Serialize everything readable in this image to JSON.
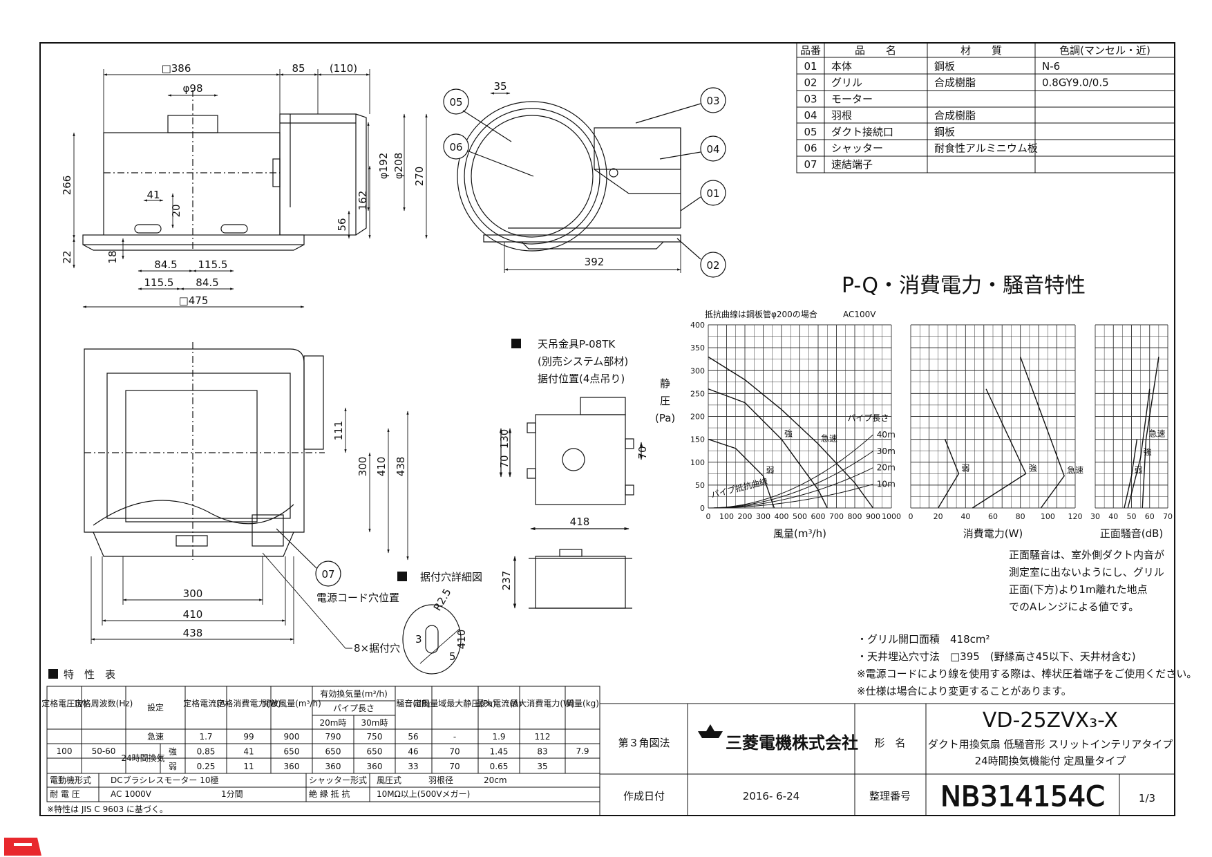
{
  "parts_table": {
    "headers": [
      "品番",
      "品　　名",
      "材　　質",
      "色調(マンセル・近)"
    ],
    "rows": [
      [
        "01",
        "本体",
        "鋼板",
        "N-6"
      ],
      [
        "02",
        "グリル",
        "合成樹脂",
        "0.8GY9.0/0.5"
      ],
      [
        "03",
        "モーター",
        "",
        ""
      ],
      [
        "04",
        "羽根",
        "合成樹脂",
        ""
      ],
      [
        "05",
        "ダクト接続口",
        "鋼板",
        ""
      ],
      [
        "06",
        "シャッター",
        "耐食性アルミニウム板",
        ""
      ],
      [
        "07",
        "速結端子",
        "",
        ""
      ]
    ]
  },
  "dimensions": {
    "top_view": [
      "□386",
      "85",
      "(110)",
      "φ98",
      "266",
      "41",
      "20",
      "φ192",
      "φ208",
      "270",
      "162",
      "56",
      "22",
      "18",
      "84.5",
      "115.5",
      "115.5",
      "84.5",
      "□475"
    ],
    "side_view": [
      "35",
      "392"
    ],
    "plan_view": [
      "111",
      "300",
      "410",
      "438",
      "300",
      "410",
      "438"
    ],
    "hanger": [
      "70",
      "130",
      "70",
      "418",
      "237"
    ],
    "hole_detail": [
      "R2.5",
      "410",
      "3",
      "5"
    ]
  },
  "callouts": [
    "05",
    "06",
    "03",
    "04",
    "01",
    "02",
    "07"
  ],
  "hanger_note": {
    "title": "天吊金具P-08TK",
    "line1": "(別売システム部材)",
    "line2": "据付位置(4点吊り)"
  },
  "hole_detail_title": "据付穴詳細図",
  "power_cord_label": "電源コード穴位置",
  "mount_holes_label": "8×据付穴",
  "chart_title": "P-Q・消費電力・騒音特性",
  "chart_note": "抵抗曲線は鋼板管φ200の場合",
  "chart_voltage": "AC100V",
  "chart_data": [
    {
      "type": "line",
      "title": "P-Q",
      "xlabel": "風量(m³/h)",
      "ylabel": "静圧(Pa)",
      "xlim": [
        0,
        1000
      ],
      "ylim": [
        0,
        400
      ],
      "xticks": [
        0,
        100,
        200,
        300,
        400,
        500,
        600,
        700,
        800,
        900,
        1000
      ],
      "yticks": [
        0,
        50,
        100,
        150,
        200,
        250,
        300,
        350,
        400
      ],
      "series": [
        {
          "name": "急速",
          "x": [
            0,
            200,
            400,
            600,
            800,
            900
          ],
          "y": [
            330,
            280,
            215,
            140,
            55,
            0
          ]
        },
        {
          "name": "強",
          "x": [
            0,
            200,
            400,
            600,
            650
          ],
          "y": [
            260,
            230,
            150,
            40,
            0
          ]
        },
        {
          "name": "弱",
          "x": [
            0,
            150,
            300,
            360
          ],
          "y": [
            150,
            130,
            70,
            0
          ]
        }
      ],
      "resistance_curves": [
        {
          "name": "10m",
          "x": [
            0,
            300,
            600,
            900
          ],
          "y": [
            0,
            6,
            22,
            52
          ]
        },
        {
          "name": "20m",
          "x": [
            0,
            300,
            600,
            900
          ],
          "y": [
            0,
            10,
            40,
            88
          ]
        },
        {
          "name": "30m",
          "x": [
            0,
            300,
            600,
            900
          ],
          "y": [
            0,
            14,
            56,
            124
          ]
        },
        {
          "name": "40m",
          "x": [
            0,
            300,
            600,
            900
          ],
          "y": [
            0,
            18,
            72,
            160
          ]
        }
      ],
      "annotations": [
        "パイプ長さ",
        "パイプ抵抗曲線",
        "40m",
        "30m",
        "20m",
        "10m",
        "急速",
        "強",
        "弱"
      ]
    },
    {
      "type": "line",
      "xlabel": "消費電力(W)",
      "xlim": [
        0,
        120
      ],
      "ylim": [
        0,
        400
      ],
      "xticks": [
        0,
        20,
        40,
        60,
        80,
        100,
        120
      ],
      "series": [
        {
          "name": "急速",
          "x": [
            80,
            112,
            95
          ],
          "y": [
            330,
            70,
            0
          ]
        },
        {
          "name": "強",
          "x": [
            55,
            84,
            45
          ],
          "y": [
            260,
            75,
            0
          ]
        },
        {
          "name": "弱",
          "x": [
            25,
            35,
            20
          ],
          "y": [
            150,
            75,
            0
          ]
        }
      ]
    },
    {
      "type": "line",
      "xlabel": "正面騒音(dB)",
      "xlim": [
        30,
        70
      ],
      "ylim": [
        0,
        400
      ],
      "xticks": [
        30,
        40,
        50,
        60,
        70
      ],
      "series": [
        {
          "name": "急速",
          "x": [
            65,
            58,
            56
          ],
          "y": [
            330,
            150,
            0
          ]
        },
        {
          "name": "強",
          "x": [
            60,
            55,
            48
          ],
          "y": [
            260,
            110,
            0
          ]
        },
        {
          "name": "弱",
          "x": [
            53,
            50,
            46
          ],
          "y": [
            150,
            70,
            0
          ]
        }
      ]
    }
  ],
  "noise_note": [
    "正面騒音は、室外側ダクト内音が",
    "測定室に出ないようにし、グリル",
    "正面(下方)より1m離れた地点",
    "でのAレンジによる値です。"
  ],
  "spec_notes": [
    "・グリル開口面積　418cm²",
    "・天井埋込穴寸法　□395　(野縁高さ45以下、天井材含む)",
    "※電源コードにより線を使用する際は、棒状圧着端子をご使用ください。",
    "※仕様は場合により変更することがあります。"
  ],
  "char_table": {
    "title": "特　性　表",
    "headers": [
      "定格電圧(V)",
      "定格周波数(Hz)",
      "設定",
      "定格電流(A)",
      "定格消費電力(W)",
      "開放風量(m³/h)",
      "有効換気量(m³/h)",
      "パイプ長さ",
      "20m時",
      "30m時",
      "騒音(dB)",
      "定風量域最大静圧(Pa)",
      "最大電流(A)",
      "最大消費電力(W)",
      "質量(kg)"
    ],
    "voltage": "100",
    "frequency": "50-60",
    "mass": "7.9",
    "mode_group": "24時間換気",
    "rows": [
      [
        "急速",
        "1.7",
        "99",
        "900",
        "790",
        "750",
        "56",
        "-",
        "1.9",
        "112"
      ],
      [
        "強",
        "0.85",
        "41",
        "650",
        "650",
        "650",
        "46",
        "70",
        "1.45",
        "83"
      ],
      [
        "弱",
        "0.25",
        "11",
        "360",
        "360",
        "360",
        "33",
        "70",
        "0.65",
        "35"
      ]
    ],
    "motor_label": "電動機形式",
    "motor_value": "DCブラシレスモーター 10極",
    "shutter_label": "シャッター形式",
    "shutter_value": "風圧式",
    "blade_label": "羽根径",
    "blade_value": "20cm",
    "withstand_label": "耐 電 圧",
    "withstand_value": "AC 1000V",
    "withstand_time": "1分間",
    "insulation_label": "絶 縁 抵 抗",
    "insulation_value": "10MΩ以上(500Vメガー)",
    "footnote": "※特性は JIS C 9603 に基づく。"
  },
  "title_block": {
    "projection": "第３角図法",
    "company": "三菱電機株式会社",
    "model_label": "形　名",
    "model": "VD-25ZVX₃-X",
    "desc1": "ダクト用換気扇 低騒音形 スリットインテリアタイプ",
    "desc2": "24時間換気機能付 定風量タイプ",
    "date_label": "作成日付",
    "date": "2016- 6-24",
    "doc_label": "整理番号",
    "doc_number": "NB314154C",
    "page": "1/3"
  },
  "colors": {
    "line": "#111111",
    "accent_red": "#e8282d"
  }
}
